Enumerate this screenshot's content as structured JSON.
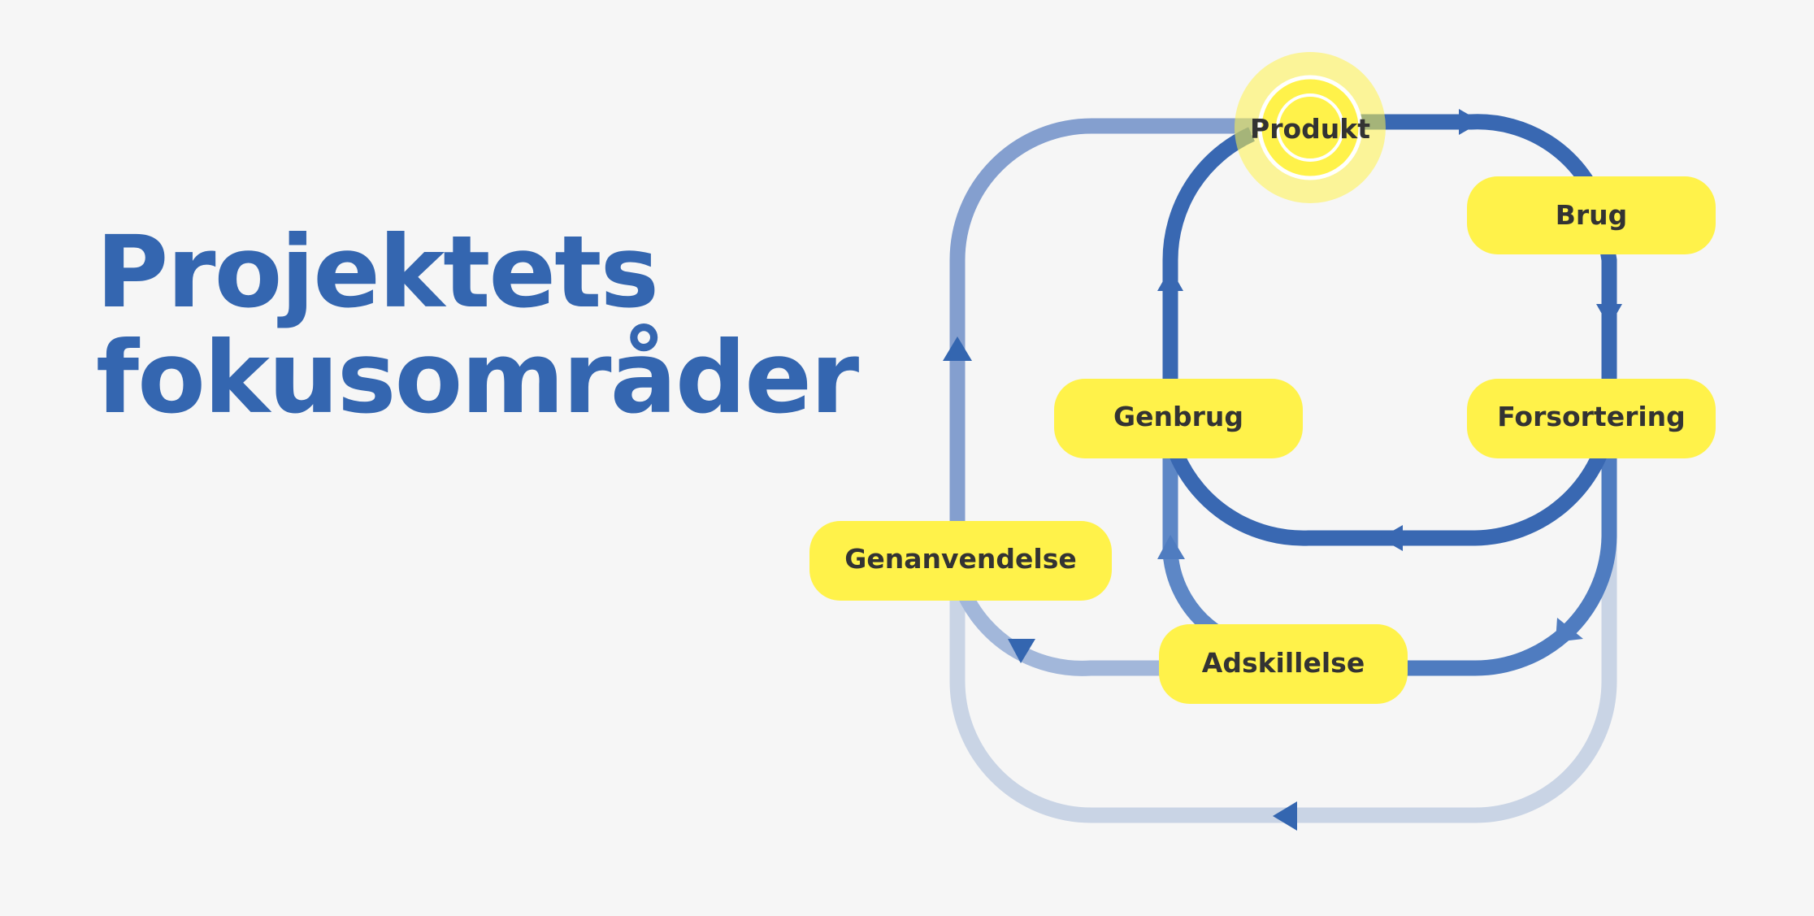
{
  "title": {
    "line1": "Projektets",
    "line2": "fokusområder"
  },
  "nodes": {
    "produkt": "Produkt",
    "brug": "Brug",
    "forsortering": "Forsortering",
    "genbrug": "Genbrug",
    "genanvendelse": "Genanvendelse",
    "adskillelse": "Adskillelse"
  },
  "colors": {
    "background": "#f6f6f6",
    "title": "#3466b0",
    "loop_inner": "#3968b2",
    "loop_middle": "#4f7cc0",
    "loop_faded": "#a2b7da",
    "loop_outer": "#c9d4e5",
    "node_fill": "#fff24a",
    "label": "#333333"
  }
}
